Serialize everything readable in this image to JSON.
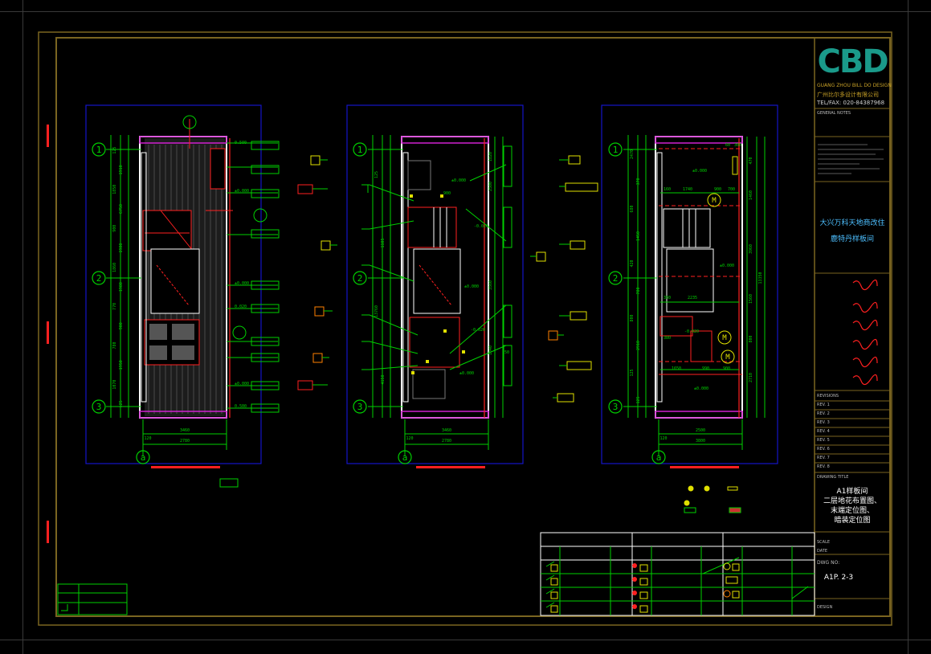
{
  "title_block": {
    "logo": "CBD",
    "company_en": "GUANG ZHOU BILL DO DESIGN",
    "company_cn": "广州比尔多设计有限公司",
    "tel": "TEL/FAX: 020-84387968",
    "general_notes_label": "GENERAL NOTES",
    "project_cn_line1": "大兴万科天地商改住",
    "project_cn_line2": "鹿特丹样板间",
    "revisions_label": "REVISIONS",
    "revisions": [
      "REV. 1",
      "REV. 2",
      "REV. 3",
      "REV. 4",
      "REV. 5",
      "REV. 6",
      "REV. 7",
      "REV. 8"
    ],
    "drawing_title_label": "DRAWING TITLE",
    "drawing_title_lines": [
      "A1样板间",
      "二层地花布置图、",
      "末端定位图、",
      "暗装定位图"
    ],
    "drawing_no_label": "DWG NO:",
    "drawing_no": "A1P. 2-3",
    "scale_label": "SCALE",
    "date_label": "DATE",
    "design_label": "DESIGN"
  },
  "plans": [
    {
      "name": "plan-floor-pattern",
      "grid_labels": [
        "1",
        "2",
        "3"
      ],
      "bottom_label": "a",
      "dims_left": [
        "125",
        "1910",
        "1850",
        "6750",
        "900",
        "1980",
        "1860",
        "1980",
        "770",
        "900",
        "780",
        "1950",
        "1070",
        "125"
      ],
      "dims_bottom": [
        "3460",
        "2780"
      ],
      "small_dim_left": "120",
      "levels": [
        "0.500",
        "±0.000",
        "±0.000",
        "0.020",
        "±0.000",
        "0.500"
      ]
    },
    {
      "name": "plan-terminal-location",
      "grid_labels": [
        "1",
        "2",
        "3"
      ],
      "bottom_label": "a",
      "dims_left": [
        "125",
        "1105",
        "13760",
        "4150"
      ],
      "dims_bottom": [
        "3460",
        "2780"
      ],
      "small_dim_left": "120",
      "levels": [
        "±0.000",
        "-0.020",
        "±0.000",
        "±0.000"
      ],
      "right_dims": [
        "1820",
        "2500",
        "3560",
        "1840"
      ],
      "inner_notes": [
        "900",
        "-0.020",
        "50"
      ]
    },
    {
      "name": "plan-concealed-location",
      "grid_labels": [
        "1",
        "2",
        "3"
      ],
      "bottom_label": "a",
      "dims_left": [
        "2470",
        "370",
        "680",
        "1450",
        "420",
        "780",
        "800",
        "2910",
        "125",
        "125"
      ],
      "dims_bottom": [
        "2500",
        "3800"
      ],
      "small_dim_left": "120",
      "levels": [
        "±0.000",
        "±0.000",
        "-0.020",
        "±0.000"
      ],
      "right_dims": [
        "470",
        "1460",
        "3960",
        "1560",
        "800",
        "2710",
        "13350"
      ],
      "inner_dims": [
        "60",
        "300",
        "160",
        "1740",
        "900",
        "700",
        "2235",
        "360",
        "1650",
        "990",
        "900",
        "380"
      ],
      "markers": [
        "M",
        "M",
        "M"
      ]
    }
  ],
  "colors": {
    "background": "#000000",
    "frame": "#7a6521",
    "plan_border": "#1515c8",
    "wall": "#ffffff",
    "dim": "#00d000",
    "annot": "#ff2020",
    "fixture": "#e0e000",
    "tile": "#b0b0b0",
    "magenta": "#d020d0",
    "logo": "#1a9a8a"
  }
}
